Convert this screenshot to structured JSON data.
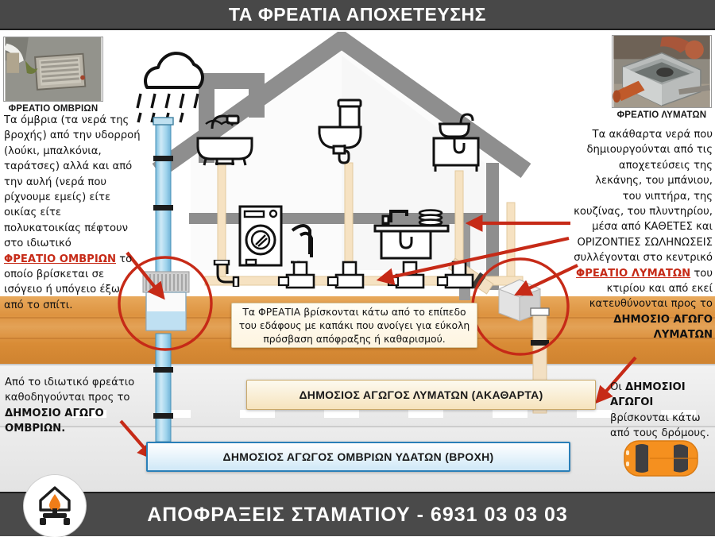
{
  "header": {
    "title": "ΤΑ ΦΡΕΑΤΙΑ ΑΠΟΧΕΤΕΥΣΗΣ"
  },
  "footer": {
    "title": "ΑΠΟΦΡΑΞΕΙΣ ΣΤΑΜΑΤΙΟΥ - 6931 03 03 03",
    "logo_icon": "house-water-drop-icon"
  },
  "photos": {
    "left": {
      "caption": "ΦΡΕΑΤΙΟ ΟΜΒΡΙΩΝ",
      "alt": "storm-water-manhole-photo"
    },
    "right": {
      "caption": "ΦΡΕΑΤΙΟ ΛΥΜΑΤΩΝ",
      "alt": "sewage-pit-photo"
    }
  },
  "text_left": {
    "part1": "Τα όμβρια (τα νερά της βροχής) από την υδορροή (λούκι, μπαλκόνια, ταράτσες) αλλά και από την αυλή (νερά που ρίχνουμε εμείς) είτε οικίας είτε πολυκατοικίας πέφτουν στο ιδιωτικό ",
    "highlight": "ΦΡΕΑΤΙΟ ΟΜΒΡΙΩΝ",
    "part2": " το οποίο βρίσκεται σε ισόγειο ή υπόγειο έξω από το σπίτι."
  },
  "text_right": {
    "part1": "Τα ακάθαρτα νερά που δημιουργούνται από τις αποχετεύσεις της λεκάνης, του μπάνιου, του νιπτήρα, της κουζίνας, του πλυντηρίου, μέσα από ΚΑΘΕΤΕΣ και ΟΡΙΖΟΝΤΙΕΣ ΣΩΛΗΝΩΣΕΙΣ συλλέγονται στο κεντρικό ",
    "highlight": "ΦΡΕΑΤΙΟ ΛΥΜΑΤΩΝ",
    "part2": " του κτιρίου και από εκεί κατευθύνονται προς το ",
    "bold_tail": "ΔΗΜΟΣΙΟ ΑΓΩΓΟ ΛΥΜΑΤΩΝ"
  },
  "callout": {
    "text": "Τα ΦΡΕΑΤΙΑ βρίσκονται κάτω από το επίπεδο του εδάφους με καπάκι που ανοίγει για εύκολη πρόσβαση απόφραξης ή καθαρισμού."
  },
  "bars": {
    "sewage": {
      "label": "ΔΗΜΟΣΙΟΣ ΑΓΩΓΟΣ ΛΥΜΑΤΩΝ (ΑΚΑΘΑΡΤΑ)"
    },
    "storm": {
      "label": "ΔΗΜΟΣΙΟΣ ΑΓΩΓΟΣ ΟΜΒΡΙΩΝ ΥΔΑΤΩΝ (ΒΡΟΧΗ)"
    }
  },
  "text_bottom_left": {
    "part1": "Από το ιδιωτικό φρεάτιο καθοδηγούνται προς το ",
    "bold": "ΔΗΜΟΣΙΟ ΑΓΩΓΟ ΟΜΒΡΙΩΝ."
  },
  "text_bottom_right": {
    "lead": "Οι ",
    "bold": "ΔΗΜΟΣΙΟΙ ΑΓΩΓΟΙ",
    "tail": " βρίσκονται κάτω από τους δρόμους."
  },
  "icons": {
    "cloud": "rain-cloud-icon",
    "bathtub": "bathtub-icon",
    "toilet": "toilet-icon",
    "sink": "bathroom-sink-icon",
    "washing_machine": "washing-machine-icon",
    "kitchen_sink": "kitchen-sink-icon",
    "car": "car-top-view-icon",
    "storm_pit": "storm-water-pit-icon",
    "sewage_pit": "sewage-pit-icon"
  },
  "colors": {
    "header_bg": "#484848",
    "footer_bg": "#4a4a4a",
    "accent_red": "#c62a17",
    "soil": "#dd9340",
    "storm_pipe_blue": "#a6d4ea",
    "sewage_pipe_beige": "#f3dfc0",
    "house_gray": "#8e8e8e",
    "bar_storm_border": "#2a7fb8",
    "bar_sewage_border": "#c9a86a",
    "car_orange": "#f5901f"
  }
}
